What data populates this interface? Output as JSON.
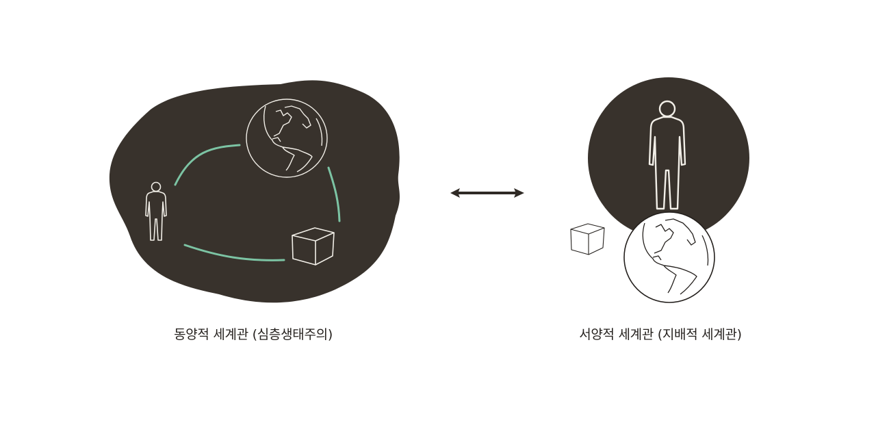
{
  "colors": {
    "background": "#ffffff",
    "blob_fill": "#38322c",
    "line_white": "#f2efe8",
    "connector_teal": "#7cc4a4",
    "outline_dark": "#231f1c",
    "arrow": "#2f2a25"
  },
  "left_panel": {
    "caption": "동양적 세계관 (심층생태주의)",
    "icons": [
      "person-icon",
      "globe-icon",
      "cube-icon"
    ],
    "connectors": [
      "person-to-globe",
      "globe-to-cube",
      "cube-to-person"
    ]
  },
  "center": {
    "arrow": "double-headed-arrow"
  },
  "right_panel": {
    "caption": "서양적 세계관 (지배적 세계관)",
    "icons": [
      "person-icon",
      "globe-icon",
      "cube-icon"
    ]
  }
}
